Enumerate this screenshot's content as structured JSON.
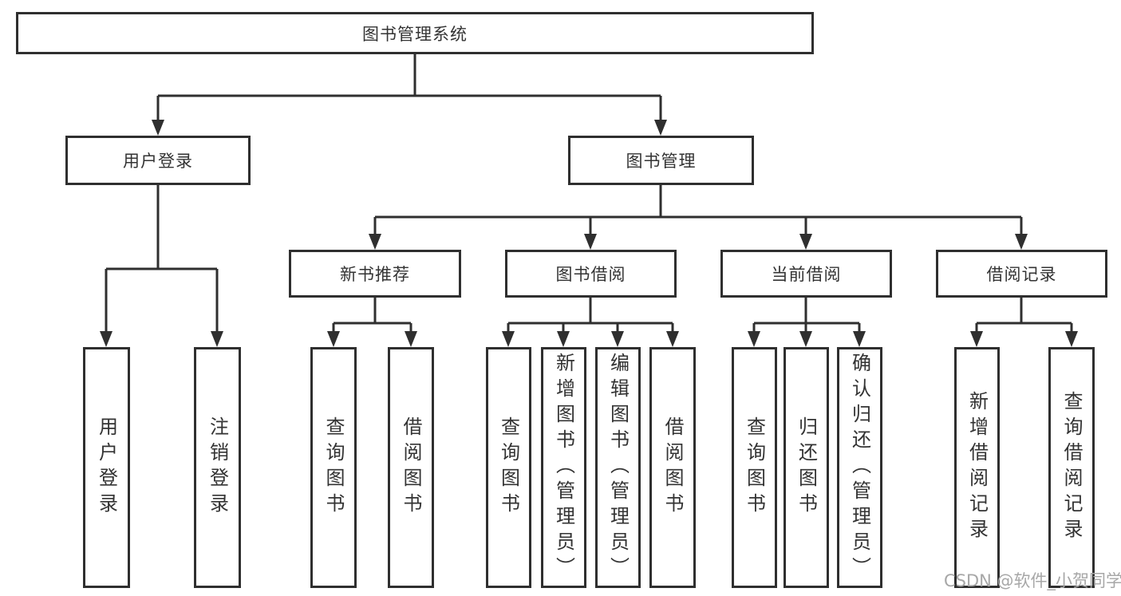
{
  "colors": {
    "line": "#2f2f2f",
    "text": "#333333",
    "watermark_text": "#a7a7a7",
    "background": "#ffffff"
  },
  "tree": {
    "root": {
      "label": "图书管理系统"
    },
    "level2": [
      {
        "label": "用户登录",
        "children": [
          {
            "label": "用户登录"
          },
          {
            "label": "注销登录"
          }
        ]
      },
      {
        "label": "图书管理",
        "children": [
          {
            "label": "新书推荐",
            "children": [
              {
                "label": "查询图书"
              },
              {
                "label": "借阅图书"
              }
            ]
          },
          {
            "label": "图书借阅",
            "children": [
              {
                "label": "查询图书"
              },
              {
                "label": "新增图书（管理员）"
              },
              {
                "label": "编辑图书（管理员）"
              },
              {
                "label": "借阅图书"
              }
            ]
          },
          {
            "label": "当前借阅",
            "children": [
              {
                "label": "查询图书"
              },
              {
                "label": "归还图书"
              },
              {
                "label": "确认归还（管理员）"
              }
            ]
          },
          {
            "label": "借阅记录",
            "children": [
              {
                "label": "新增借阅记录"
              },
              {
                "label": "查询借阅记录"
              }
            ]
          }
        ]
      }
    ]
  },
  "watermark": "CSDN @软件_小贺同学"
}
